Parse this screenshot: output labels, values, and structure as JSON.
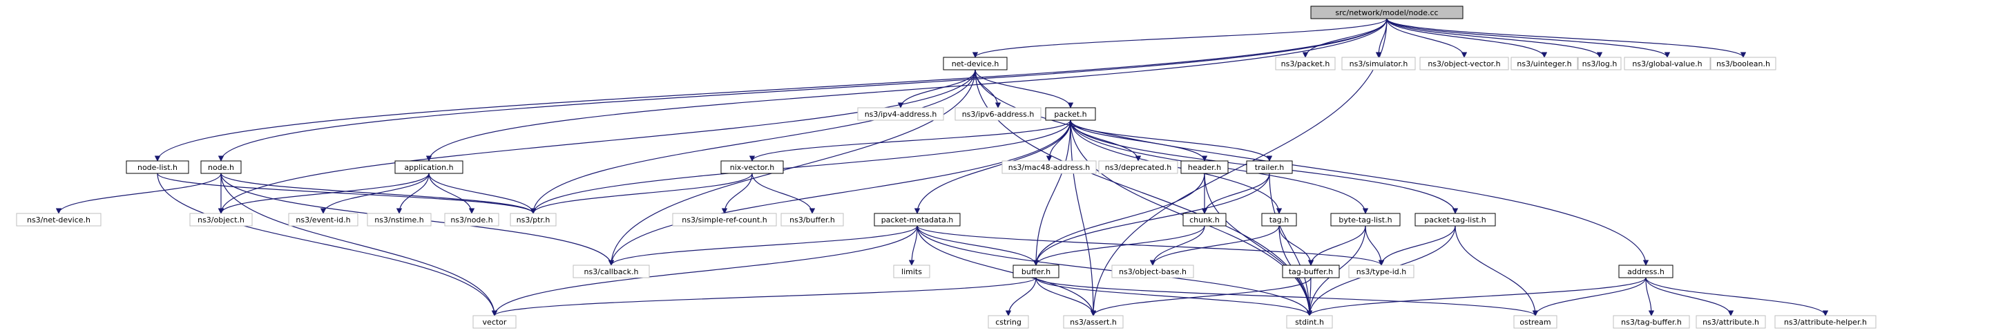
{
  "graph": {
    "root": "src/network/model/node.cc",
    "nodes": [
      {
        "id": "root",
        "label": "src/network/model/node.cc",
        "kind": "root"
      },
      {
        "id": "net_device_h",
        "label": "net-device.h",
        "kind": "local"
      },
      {
        "id": "ns3_packet_h",
        "label": "ns3/packet.h",
        "kind": "external"
      },
      {
        "id": "ns3_simulator_h",
        "label": "ns3/simulator.h",
        "kind": "external"
      },
      {
        "id": "ns3_object_vector_h",
        "label": "ns3/object-vector.h",
        "kind": "external"
      },
      {
        "id": "ns3_uinteger_h",
        "label": "ns3/uinteger.h",
        "kind": "external"
      },
      {
        "id": "ns3_log_h",
        "label": "ns3/log.h",
        "kind": "external"
      },
      {
        "id": "ns3_global_value_h",
        "label": "ns3/global-value.h",
        "kind": "external"
      },
      {
        "id": "ns3_boolean_h",
        "label": "ns3/boolean.h",
        "kind": "external"
      },
      {
        "id": "ns3_ipv4_address_h",
        "label": "ns3/ipv4-address.h",
        "kind": "external"
      },
      {
        "id": "ns3_ipv6_address_h",
        "label": "ns3/ipv6-address.h",
        "kind": "external"
      },
      {
        "id": "packet_h",
        "label": "packet.h",
        "kind": "local"
      },
      {
        "id": "node_list_h",
        "label": "node-list.h",
        "kind": "local"
      },
      {
        "id": "node_h",
        "label": "node.h",
        "kind": "local"
      },
      {
        "id": "application_h",
        "label": "application.h",
        "kind": "local"
      },
      {
        "id": "nix_vector_h",
        "label": "nix-vector.h",
        "kind": "local"
      },
      {
        "id": "ns3_mac48_address_h",
        "label": "ns3/mac48-address.h",
        "kind": "external"
      },
      {
        "id": "ns3_deprecated_h",
        "label": "ns3/deprecated.h",
        "kind": "external"
      },
      {
        "id": "header_h",
        "label": "header.h",
        "kind": "local"
      },
      {
        "id": "trailer_h",
        "label": "trailer.h",
        "kind": "local"
      },
      {
        "id": "ns3_net_device_h",
        "label": "ns3/net-device.h",
        "kind": "external"
      },
      {
        "id": "ns3_object_h",
        "label": "ns3/object.h",
        "kind": "external"
      },
      {
        "id": "ns3_event_id_h",
        "label": "ns3/event-id.h",
        "kind": "external"
      },
      {
        "id": "ns3_nstime_h",
        "label": "ns3/nstime.h",
        "kind": "external"
      },
      {
        "id": "ns3_node_h",
        "label": "ns3/node.h",
        "kind": "external"
      },
      {
        "id": "ns3_ptr_h",
        "label": "ns3/ptr.h",
        "kind": "external"
      },
      {
        "id": "ns3_simple_ref_count_h",
        "label": "ns3/simple-ref-count.h",
        "kind": "external"
      },
      {
        "id": "ns3_buffer_h",
        "label": "ns3/buffer.h",
        "kind": "external"
      },
      {
        "id": "chunk_h",
        "label": "chunk.h",
        "kind": "local"
      },
      {
        "id": "tag_h",
        "label": "tag.h",
        "kind": "local"
      },
      {
        "id": "byte_tag_list_h",
        "label": "byte-tag-list.h",
        "kind": "local"
      },
      {
        "id": "packet_tag_list_h",
        "label": "packet-tag-list.h",
        "kind": "local"
      },
      {
        "id": "packet_metadata_h",
        "label": "packet-metadata.h",
        "kind": "local"
      },
      {
        "id": "address_h",
        "label": "address.h",
        "kind": "local"
      },
      {
        "id": "ns3_callback_h",
        "label": "ns3/callback.h",
        "kind": "external"
      },
      {
        "id": "limits",
        "label": "limits",
        "kind": "external"
      },
      {
        "id": "buffer_h",
        "label": "buffer.h",
        "kind": "local"
      },
      {
        "id": "ns3_object_base_h",
        "label": "ns3/object-base.h",
        "kind": "external"
      },
      {
        "id": "tag_buffer_h",
        "label": "tag-buffer.h",
        "kind": "local"
      },
      {
        "id": "ns3_type_id_h",
        "label": "ns3/type-id.h",
        "kind": "external"
      },
      {
        "id": "vector",
        "label": "vector",
        "kind": "external"
      },
      {
        "id": "cstring",
        "label": "cstring",
        "kind": "external"
      },
      {
        "id": "ns3_assert_h",
        "label": "ns3/assert.h",
        "kind": "external"
      },
      {
        "id": "stdint_h",
        "label": "stdint.h",
        "kind": "external"
      },
      {
        "id": "ostream",
        "label": "ostream",
        "kind": "external"
      },
      {
        "id": "ns3_tag_buffer_h",
        "label": "ns3/tag-buffer.h",
        "kind": "external"
      },
      {
        "id": "ns3_attribute_h",
        "label": "ns3/attribute.h",
        "kind": "external"
      },
      {
        "id": "ns3_attribute_helper_h",
        "label": "ns3/attribute-helper.h",
        "kind": "external"
      }
    ],
    "edges": [
      [
        "root",
        "node_list_h"
      ],
      [
        "root",
        "node_h"
      ],
      [
        "root",
        "net_device_h"
      ],
      [
        "root",
        "application_h"
      ],
      [
        "root",
        "ns3_packet_h"
      ],
      [
        "root",
        "ns3_simulator_h"
      ],
      [
        "root",
        "ns3_object_vector_h"
      ],
      [
        "root",
        "ns3_uinteger_h"
      ],
      [
        "root",
        "ns3_log_h"
      ],
      [
        "root",
        "ns3_global_value_h"
      ],
      [
        "root",
        "ns3_boolean_h"
      ],
      [
        "root",
        "ns3_assert_h"
      ],
      [
        "net_device_h",
        "ns3_ipv4_address_h"
      ],
      [
        "net_device_h",
        "ns3_ipv6_address_h"
      ],
      [
        "net_device_h",
        "packet_h"
      ],
      [
        "net_device_h",
        "address_h"
      ],
      [
        "net_device_h",
        "ns3_ptr_h"
      ],
      [
        "net_device_h",
        "ns3_object_h"
      ],
      [
        "net_device_h",
        "ns3_callback_h"
      ],
      [
        "net_device_h",
        "stdint_h"
      ],
      [
        "packet_h",
        "nix_vector_h"
      ],
      [
        "packet_h",
        "ns3_mac48_address_h"
      ],
      [
        "packet_h",
        "ns3_deprecated_h"
      ],
      [
        "packet_h",
        "header_h"
      ],
      [
        "packet_h",
        "trailer_h"
      ],
      [
        "packet_h",
        "tag_h"
      ],
      [
        "packet_h",
        "byte_tag_list_h"
      ],
      [
        "packet_h",
        "packet_tag_list_h"
      ],
      [
        "packet_h",
        "packet_metadata_h"
      ],
      [
        "packet_h",
        "buffer_h"
      ],
      [
        "packet_h",
        "ns3_callback_h"
      ],
      [
        "packet_h",
        "ns3_ptr_h"
      ],
      [
        "packet_h",
        "ns3_assert_h"
      ],
      [
        "packet_h",
        "stdint_h"
      ],
      [
        "node_list_h",
        "ns3_ptr_h"
      ],
      [
        "node_list_h",
        "vector"
      ],
      [
        "node_h",
        "ns3_net_device_h"
      ],
      [
        "node_h",
        "ns3_object_h"
      ],
      [
        "node_h",
        "ns3_ptr_h"
      ],
      [
        "node_h",
        "ns3_callback_h"
      ],
      [
        "node_h",
        "vector"
      ],
      [
        "application_h",
        "ns3_object_h"
      ],
      [
        "application_h",
        "ns3_event_id_h"
      ],
      [
        "application_h",
        "ns3_nstime_h"
      ],
      [
        "application_h",
        "ns3_node_h"
      ],
      [
        "application_h",
        "ns3_ptr_h"
      ],
      [
        "nix_vector_h",
        "ns3_ptr_h"
      ],
      [
        "nix_vector_h",
        "ns3_simple_ref_count_h"
      ],
      [
        "nix_vector_h",
        "ns3_buffer_h"
      ],
      [
        "header_h",
        "chunk_h"
      ],
      [
        "header_h",
        "buffer_h"
      ],
      [
        "header_h",
        "stdint_h"
      ],
      [
        "trailer_h",
        "chunk_h"
      ],
      [
        "trailer_h",
        "buffer_h"
      ],
      [
        "trailer_h",
        "stdint_h"
      ],
      [
        "chunk_h",
        "buffer_h"
      ],
      [
        "chunk_h",
        "ns3_object_base_h"
      ],
      [
        "tag_h",
        "ns3_object_base_h"
      ],
      [
        "tag_h",
        "tag_buffer_h"
      ],
      [
        "tag_h",
        "stdint_h"
      ],
      [
        "byte_tag_list_h",
        "tag_buffer_h"
      ],
      [
        "byte_tag_list_h",
        "ns3_type_id_h"
      ],
      [
        "byte_tag_list_h",
        "stdint_h"
      ],
      [
        "packet_tag_list_h",
        "ns3_type_id_h"
      ],
      [
        "packet_tag_list_h",
        "stdint_h"
      ],
      [
        "packet_tag_list_h",
        "ostream"
      ],
      [
        "packet_metadata_h",
        "ns3_callback_h"
      ],
      [
        "packet_metadata_h",
        "limits"
      ],
      [
        "packet_metadata_h",
        "buffer_h"
      ],
      [
        "packet_metadata_h",
        "ns3_type_id_h"
      ],
      [
        "packet_metadata_h",
        "vector"
      ],
      [
        "packet_metadata_h",
        "ns3_assert_h"
      ],
      [
        "packet_metadata_h",
        "stdint_h"
      ],
      [
        "buffer_h",
        "vector"
      ],
      [
        "buffer_h",
        "cstring"
      ],
      [
        "buffer_h",
        "ns3_assert_h"
      ],
      [
        "buffer_h",
        "stdint_h"
      ],
      [
        "buffer_h",
        "ostream"
      ],
      [
        "tag_buffer_h",
        "stdint_h"
      ],
      [
        "tag_buffer_h",
        "ns3_assert_h"
      ],
      [
        "address_h",
        "stdint_h"
      ],
      [
        "address_h",
        "ostream"
      ],
      [
        "address_h",
        "ns3_tag_buffer_h"
      ],
      [
        "address_h",
        "ns3_attribute_h"
      ],
      [
        "address_h",
        "ns3_attribute_helper_h"
      ]
    ]
  }
}
